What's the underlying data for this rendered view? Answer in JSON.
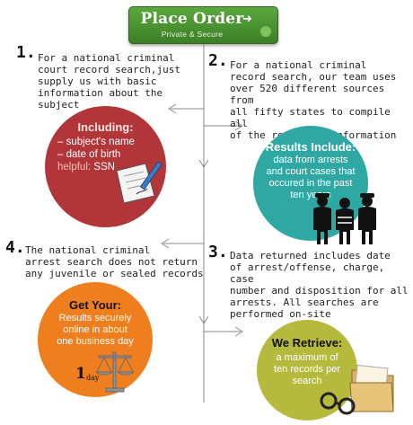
{
  "header": {
    "button_label": "Place Order",
    "button_sub": "Private & Secure",
    "button_arrow": "➜"
  },
  "step1": {
    "number": "1.",
    "text_lines": [
      "For a national criminal",
      "court record search,just",
      "supply us with basic",
      "information about the",
      "subject"
    ],
    "circle": {
      "title": "Including:",
      "items": [
        "– subject's name",
        "– date of birth"
      ],
      "helpful_label": "helpful:",
      "helpful_value": "SSN",
      "color": "#b2353a"
    }
  },
  "step2": {
    "number": "2.",
    "text_lines": [
      "For a national criminal",
      "record search, our team uses",
      "over 520 different sources from",
      "all fifty states to compile all",
      "of the requested information"
    ],
    "circle": {
      "title": "Results Include:",
      "body_lines": [
        "data from arrests",
        "and court cases that",
        "occured in the past",
        "ten years"
      ],
      "color": "#2fa8a4"
    }
  },
  "step3": {
    "number": "3.",
    "text_lines": [
      "Data returned includes date",
      "of arrest/offense, charge, case",
      "number and disposition for all",
      "arrests. All searches are",
      "performed on-site"
    ],
    "circle": {
      "title": "We Retrieve:",
      "body_lines": [
        "a maximum of",
        "ten records per",
        "search"
      ],
      "color": "#b5b93c"
    }
  },
  "step4": {
    "number": "4.",
    "text_lines": [
      "The national criminal",
      "arrest search does not return",
      "any juvenile or sealed records"
    ],
    "circle": {
      "title": "Get Your:",
      "body_lines": [
        "Results securely",
        "online in about",
        "one business day"
      ],
      "badge_number": "1",
      "badge_word": "day",
      "color": "#ef7e1f"
    }
  }
}
